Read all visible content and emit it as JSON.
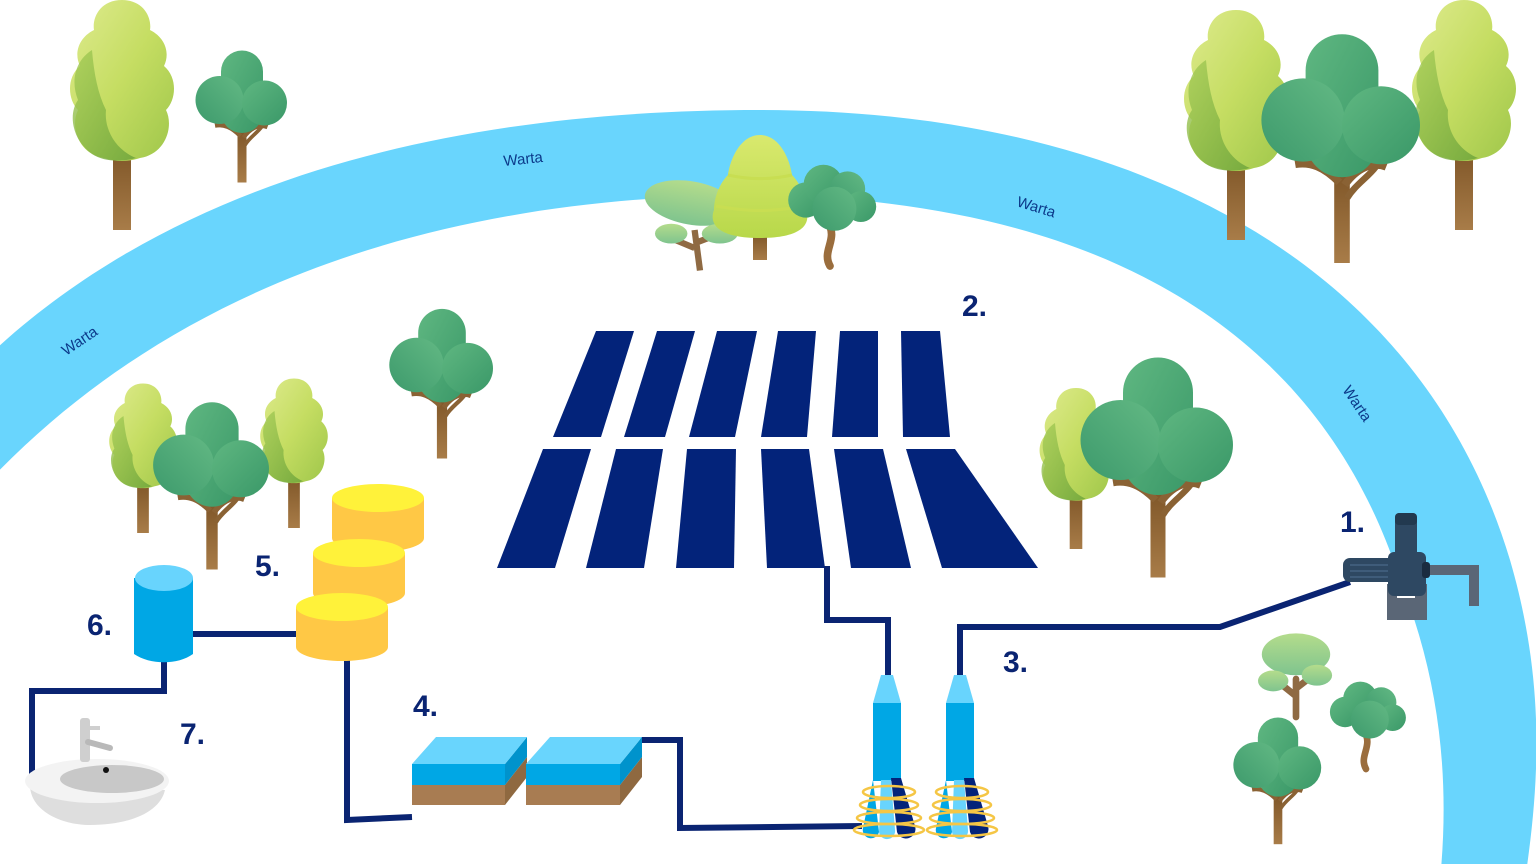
{
  "diagram": {
    "description": "Water treatment process diagram along the Warta river",
    "river": {
      "name": "Warta",
      "labels": [
        "Warta",
        "Warta",
        "Warta",
        "Warta"
      ]
    },
    "steps": [
      {
        "number": "1.",
        "component": "intake pump"
      },
      {
        "number": "2.",
        "component": "solar panel field"
      },
      {
        "number": "3.",
        "component": "filter columns / aeration"
      },
      {
        "number": "4.",
        "component": "sand filter beds"
      },
      {
        "number": "5.",
        "component": "storage tanks"
      },
      {
        "number": "6.",
        "component": "water tower"
      },
      {
        "number": "7.",
        "component": "tap / sink"
      }
    ],
    "colors": {
      "river": "#69d5fd",
      "pipe": "#0a2472",
      "panel": "#03237a",
      "label": "#0a2472",
      "tank_yellow_top": "#fff23a",
      "tank_yellow_side": "#ffc845",
      "tower_blue": "#00a7e5",
      "tower_top": "#68d4fd",
      "filter_water_top": "#69d5fd",
      "filter_water_side": "#00a7e5",
      "filter_soil": "#a87c52",
      "tree_light": "#c5dd62",
      "tree_dark": "#4caa76",
      "trunk": "#8a6234"
    }
  }
}
